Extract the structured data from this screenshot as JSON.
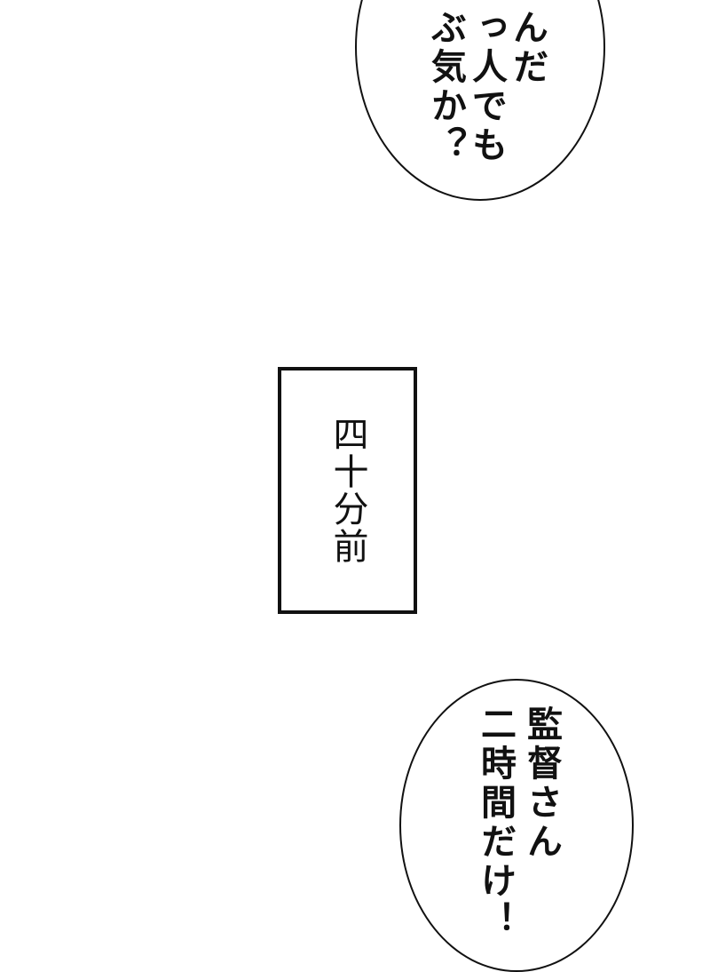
{
  "bubble_top": {
    "lines": [
      "んだ",
      "っ人でも",
      "ぶ気か？"
    ]
  },
  "caption": {
    "text": "四十分前"
  },
  "bubble_bottom": {
    "lines": [
      "監督さん",
      "二時間だけ！"
    ]
  },
  "colors": {
    "ink": "#111111",
    "paper": "#ffffff"
  }
}
